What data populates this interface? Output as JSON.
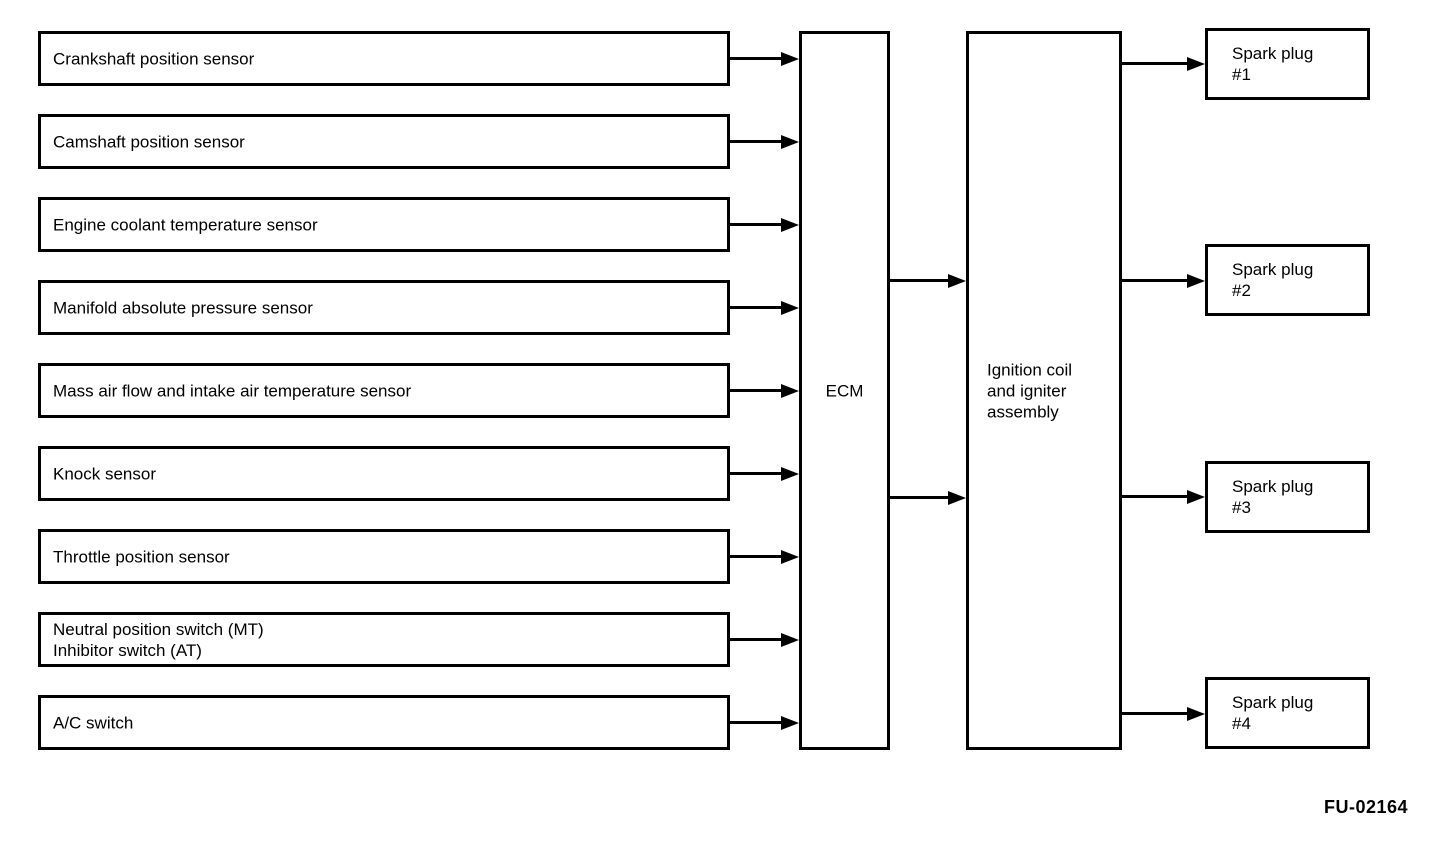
{
  "diagram": {
    "figure_code": "FU-02164",
    "line_color": "#000000",
    "background_color": "#ffffff",
    "inputs": [
      {
        "label": "Crankshaft position sensor"
      },
      {
        "label": "Camshaft position sensor"
      },
      {
        "label": "Engine coolant temperature sensor"
      },
      {
        "label": "Manifold absolute pressure sensor"
      },
      {
        "label": "Mass air flow and intake air temperature sensor"
      },
      {
        "label": "Knock sensor"
      },
      {
        "label": "Throttle position sensor"
      },
      {
        "label": "Neutral position switch (MT)\nInhibitor switch (AT)"
      },
      {
        "label": "A/C switch"
      }
    ],
    "controller": {
      "label": "ECM"
    },
    "ignition": {
      "label": "Ignition coil\nand igniter\nassembly"
    },
    "outputs": [
      {
        "label": "Spark plug\n#1"
      },
      {
        "label": "Spark plug\n#2"
      },
      {
        "label": "Spark plug\n#3"
      },
      {
        "label": "Spark plug\n#4"
      }
    ]
  }
}
